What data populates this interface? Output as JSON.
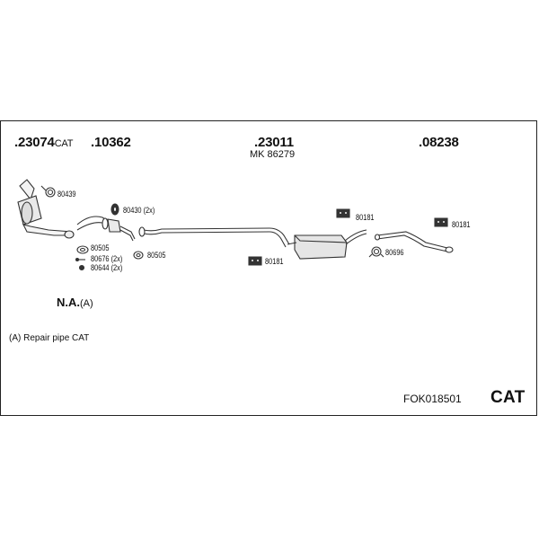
{
  "parts": {
    "p1_number": ".23074",
    "p1_suffix": "CAT",
    "p2_number": ".10362",
    "p3_number": ".23011",
    "p3_sub": "MK  86279",
    "p4_number": ".08238"
  },
  "small_labels": {
    "l80439": "80439",
    "l80430": "80430 (2x)",
    "l80505a": "80505",
    "l80505b": "80505",
    "l80676": "80676 (2x)",
    "l80644": "80644 (2x)",
    "l80181a": "80181",
    "l80181b": "80181",
    "l80181c": "80181",
    "l80696": "80696"
  },
  "na_label": "N.A.",
  "na_paren": "(A)",
  "note": "(A) Repair pipe CAT",
  "code": "FOK018501",
  "type_label": "CAT"
}
